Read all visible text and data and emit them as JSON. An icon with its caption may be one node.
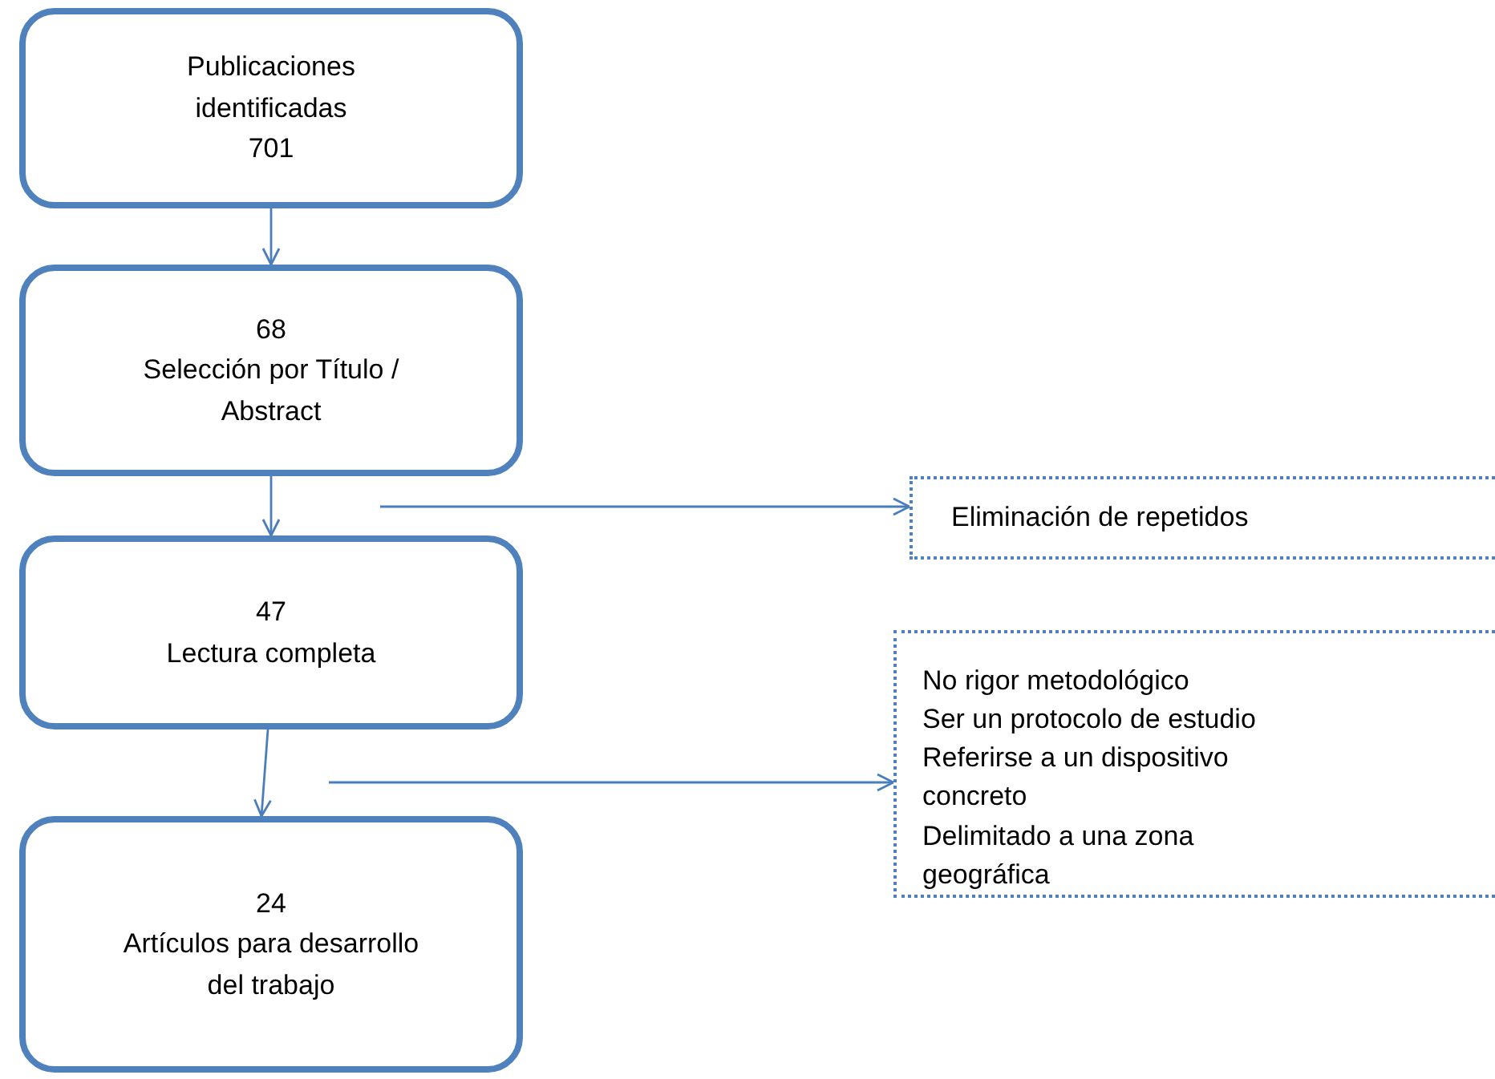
{
  "diagram": {
    "nodes": [
      {
        "text": [
          "Publicaciones identificadas",
          "701"
        ]
      },
      {
        "text": [
          "68",
          "Selección por Título / Abstract"
        ]
      },
      {
        "text": [
          "Eliminación de repetidos"
        ]
      },
      {
        "text": [
          "47",
          "Lectura completa"
        ]
      },
      {
        "text": [
          "No rigor metodológico",
          "Ser un protocolo de estudio",
          "Referirse a un dispositivo concreto",
          "Delimitado a una zona geográfica"
        ]
      },
      {
        "text": [
          "24",
          "Artículos para desarrollo del trabajo"
        ]
      }
    ],
    "edges": [
      {
        "from": 0,
        "to": 1,
        "arrow": "to"
      },
      {
        "from": 1,
        "to": 3,
        "arrow": "to"
      },
      {
        "from": null,
        "to": 2,
        "arrow": "to"
      },
      {
        "from": 3,
        "to": 5,
        "arrow": "to"
      },
      {
        "from": null,
        "to": 4,
        "arrow": "to"
      }
    ]
  }
}
